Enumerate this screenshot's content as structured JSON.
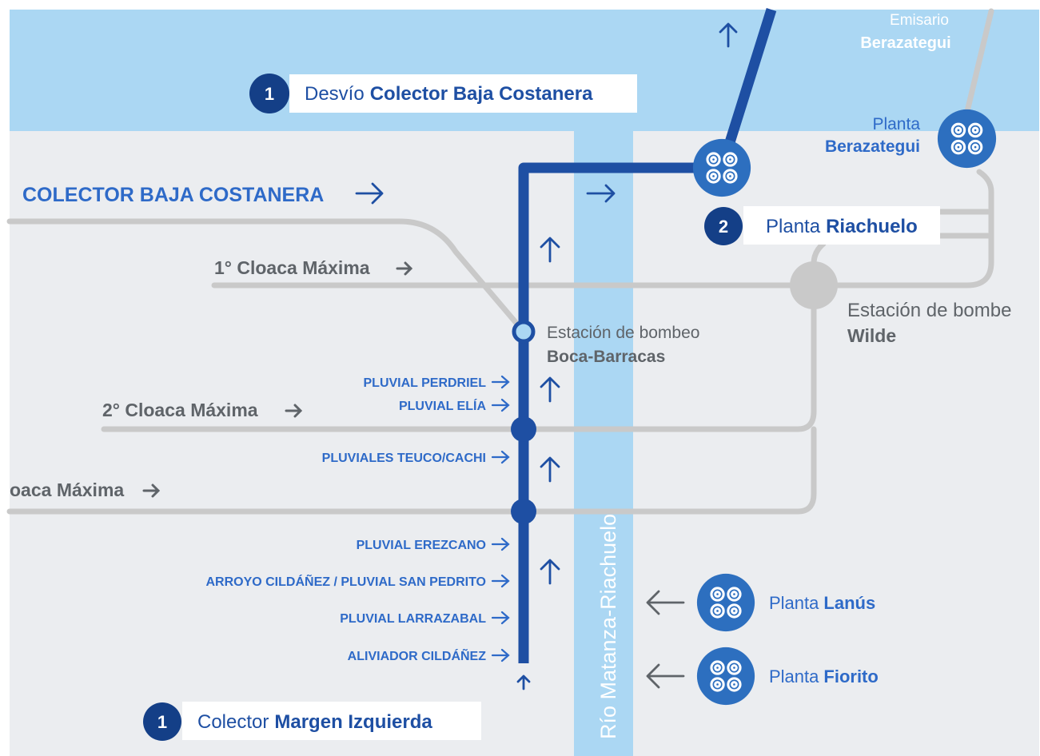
{
  "colors": {
    "river": "#abd7f3",
    "land": "#ebedf0",
    "line_blue": "#1e4fa3",
    "pipe_gray": "#c9c9c9",
    "label_blue": "#2e6ac8",
    "label_dark": "#5f6469",
    "badge": "#143f87",
    "plant": "#2d6fbf"
  },
  "icons": {
    "plant": "treatment-plant-icon",
    "arrow": "flow-arrow-icon"
  },
  "callouts": {
    "top": {
      "num": "1",
      "pre": "Desvío",
      "bold": "Colector Baja Costanera"
    },
    "riachuelo": {
      "num": "2",
      "pre": "Planta",
      "bold": "Riachuelo"
    },
    "bottom": {
      "num": "1",
      "pre": "Colector",
      "bold": "Margen Izquierda"
    }
  },
  "labels": {
    "colector_baja_costanera": "COLECTOR BAJA COSTANERA",
    "cloaca_1": "1° Cloaca Máxima",
    "cloaca_2": "2° Cloaca Máxima",
    "cloaca_3": "oaca Máxima",
    "river": "Río Matanza-Riachuelo",
    "emisario_1": "Emisario",
    "emisario_2": "Berazategui",
    "station_boca_1": "Estación de bombeo",
    "station_boca_2": "Boca-Barracas",
    "station_wilde_1": "Estación de bombe",
    "station_wilde_2": "Wilde",
    "berazategui_1": "Planta",
    "berazategui_2": "Berazategui",
    "lanus_pre": "Planta",
    "lanus_bold": "Lanús",
    "fiorito_pre": "Planta",
    "fiorito_bold": "Fiorito"
  },
  "pluviales": [
    "PLUVIAL PERDRIEL",
    "PLUVIAL ELÍA",
    "PLUVIALES TEUCO/CACHI",
    "PLUVIAL EREZCANO",
    "ARROYO CILDÁÑEZ / PLUVIAL SAN PEDRITO",
    "PLUVIAL LARRAZABAL",
    "ALIVIADOR CILDÁÑEZ"
  ]
}
